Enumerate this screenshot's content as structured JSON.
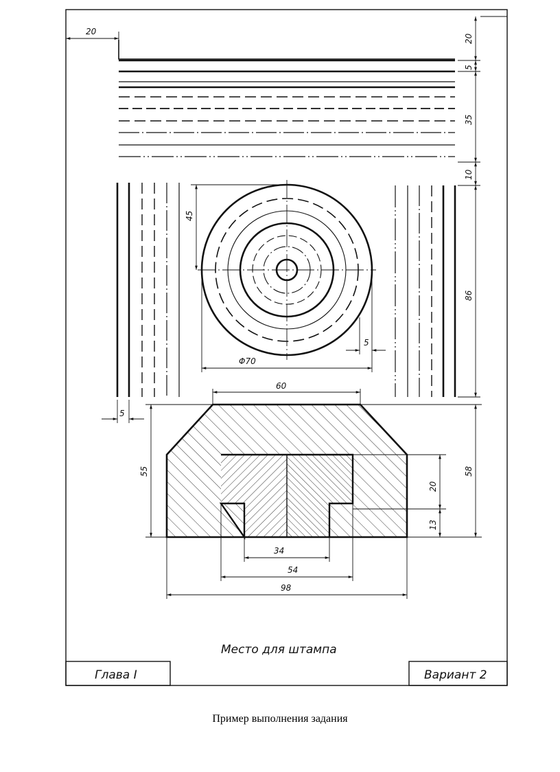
{
  "stamp_text": "Место для штампа",
  "chapter_label": "Глава I",
  "variant_label": "Вариант 2",
  "caption": "Пример выполнения задания",
  "dimensions": {
    "top_margin_left": "20",
    "top_margin_right": "20",
    "spacing_5_top": "5",
    "line_block_35": "35",
    "gap_10": "10",
    "vertical_lines_86": "86",
    "circle_offset_45": "45",
    "circle_dia": "Φ70",
    "circle_gap_5": "5",
    "vertical_gap_5": "5",
    "width_60": "60",
    "height_55": "55",
    "height_58": "58",
    "inner_20": "20",
    "inner_13": "13",
    "width_34": "34",
    "width_54": "54",
    "width_98": "98"
  }
}
